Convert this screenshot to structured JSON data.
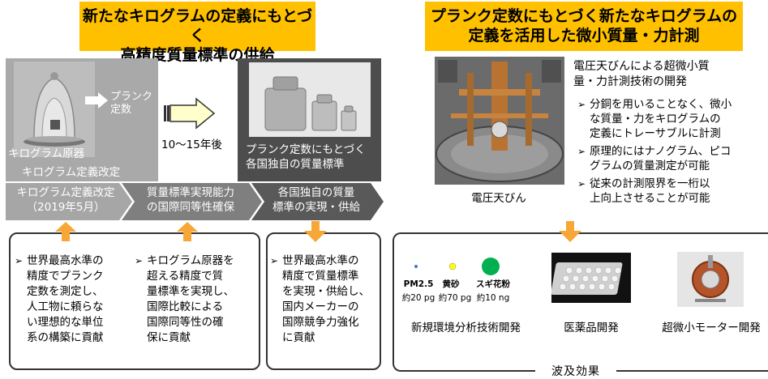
{
  "left_banner": [
    "新たなキログラムの定義にもとづく",
    "高精度質量標準の供給"
  ],
  "right_banner": [
    "プランク定数にもとづく新たなキログラムの",
    "定義を活用した微小質量・力計測"
  ],
  "photo_left": {
    "planck": [
      "プランク",
      "定数"
    ],
    "prototype": "キログラム原器",
    "revision": "キログラム定義改定"
  },
  "years_later": "10〜15年後",
  "photo_right_caption": [
    "プランク定数にもとづく",
    "各国独自の質量標準"
  ],
  "steps": [
    [
      "キログラム定義改定",
      "（2019年5月）"
    ],
    [
      "質量標準実現能力",
      "の国際同等性確保"
    ],
    [
      "各国独自の質量",
      "標準の実現・供給"
    ]
  ],
  "contributions": [
    [
      "世界最高水準の",
      "精度でプランク",
      "定数を測定し、",
      "人工物に頼らな",
      "い理想的な単位",
      "系の構築に貢献"
    ],
    [
      "キログラム原器を",
      "超える精度で質",
      "量標準を実現し、",
      "国際比較による",
      "国際同等性の確",
      "保に貢献"
    ],
    [
      "世界最高水準の",
      "精度で質量標準",
      "を実現・供給し、",
      "国内メーカーの",
      "国際競争力強化",
      "に貢献"
    ]
  ],
  "balance_caption": "電圧天びん",
  "right_title": [
    "電圧天びんによる超微小質",
    "量・力計測技術の開発"
  ],
  "right_bullets": [
    [
      "分銅を用いることなく、微小",
      "な質量・力をキログラムの",
      "定義にトレーサブルに計測"
    ],
    [
      "原理的にはナノグラム、ピコ",
      "グラムの質量測定が可能"
    ],
    [
      "従来の計測限界を一桁以",
      "上向上させることが可能"
    ]
  ],
  "chart_data": {
    "type": "scatter",
    "categories": [
      "PM2.5",
      "黄砂",
      "スギ花粉"
    ],
    "masses": [
      "約20 pg",
      "約70 pg",
      "約10 ng"
    ],
    "colors": [
      "#4472c4",
      "#ffff00",
      "#00b050"
    ]
  },
  "applications": [
    "新規環境分析技術開発",
    "医薬品開発",
    "超微小モーター開発"
  ],
  "ripple_label": "波及効果"
}
